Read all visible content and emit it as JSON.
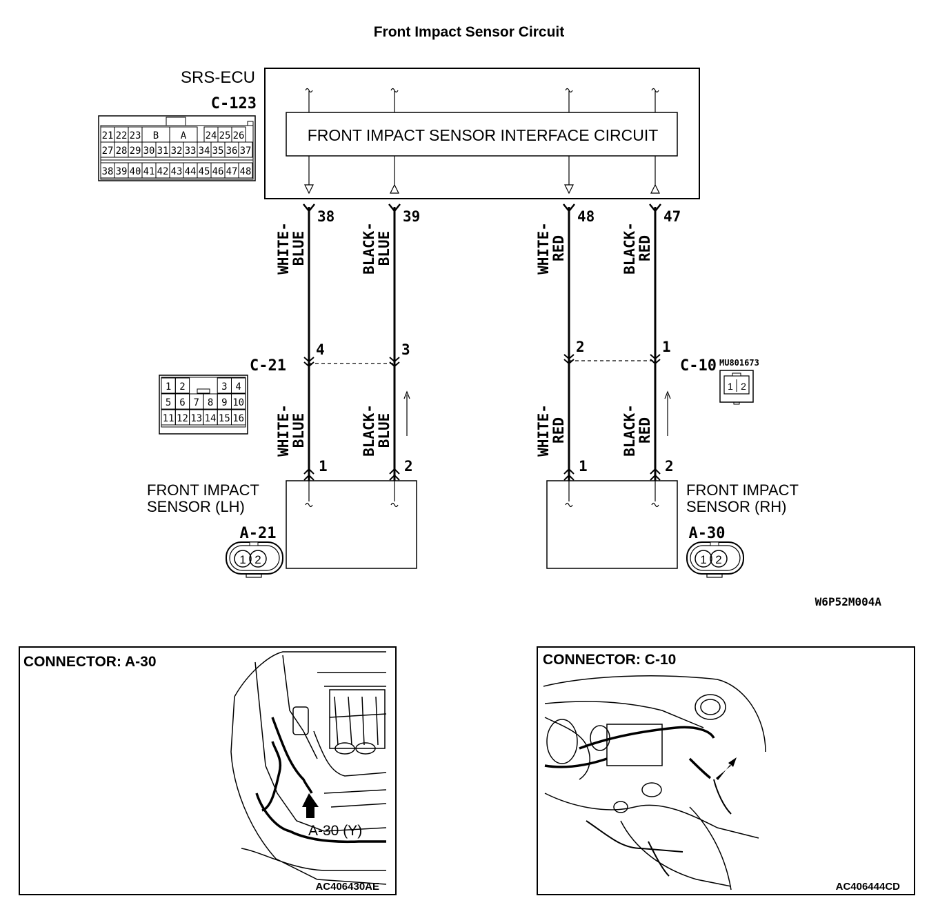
{
  "title": "Front Impact Sensor Circuit",
  "ecu": {
    "name": "SRS-ECU",
    "connector": "C-123",
    "interface_label": "FRONT IMPACT SENSOR INTERFACE CIRCUIT",
    "pinout": {
      "row1": [
        "21",
        "22",
        "23",
        "B",
        "A",
        "24",
        "25",
        "26"
      ],
      "row2": [
        "27",
        "28",
        "29",
        "30",
        "31",
        "32",
        "33",
        "34",
        "35",
        "36",
        "37"
      ],
      "row3": [
        "38",
        "39",
        "40",
        "41",
        "42",
        "43",
        "44",
        "45",
        "46",
        "47",
        "48"
      ]
    }
  },
  "wires": [
    {
      "ecu_pin": "38",
      "color_top": [
        "WHITE-",
        "BLUE"
      ],
      "mid_pin": "4",
      "color_bottom": [
        "WHITE-",
        "BLUE"
      ],
      "sensor_pin": "1",
      "arrow": "down"
    },
    {
      "ecu_pin": "39",
      "color_top": [
        "BLACK-",
        "BLUE"
      ],
      "mid_pin": "3",
      "color_bottom": [
        "BLACK-",
        "BLUE"
      ],
      "sensor_pin": "2",
      "arrow": "up"
    },
    {
      "ecu_pin": "48",
      "color_top": [
        "WHITE-",
        "RED"
      ],
      "mid_pin": "2",
      "color_bottom": [
        "WHITE-",
        "RED"
      ],
      "sensor_pin": "1",
      "arrow": "down"
    },
    {
      "ecu_pin": "47",
      "color_top": [
        "BLACK-",
        "RED"
      ],
      "mid_pin": "1",
      "color_bottom": [
        "BLACK-",
        "RED"
      ],
      "sensor_pin": "2",
      "arrow": "up"
    }
  ],
  "intermediate_connectors": {
    "left": {
      "name": "C-21",
      "pinout": {
        "row1": [
          "1",
          "2",
          "3",
          "4"
        ],
        "row2": [
          "5",
          "6",
          "7",
          "8",
          "9",
          "10"
        ],
        "row3": [
          "11",
          "12",
          "13",
          "14",
          "15",
          "16"
        ]
      }
    },
    "right": {
      "name": "C-10",
      "part_no": "MU801673",
      "pinout": [
        "1",
        "2"
      ]
    }
  },
  "sensors": {
    "left": {
      "label_line1": "FRONT IMPACT",
      "label_line2": "SENSOR (LH)",
      "connector": "A-21",
      "pins": [
        "1",
        "2"
      ]
    },
    "right": {
      "label_line1": "FRONT IMPACT",
      "label_line2": "SENSOR (RH)",
      "connector": "A-30",
      "pins": [
        "1",
        "2"
      ]
    }
  },
  "diagram_code": "W6P52M004A",
  "panels": [
    {
      "heading": "CONNECTOR: A-30",
      "callout": "A-30 (Y)",
      "code": "AC406430AE"
    },
    {
      "heading": "CONNECTOR: C-10",
      "callout": "",
      "code": "AC406444CD"
    }
  ]
}
